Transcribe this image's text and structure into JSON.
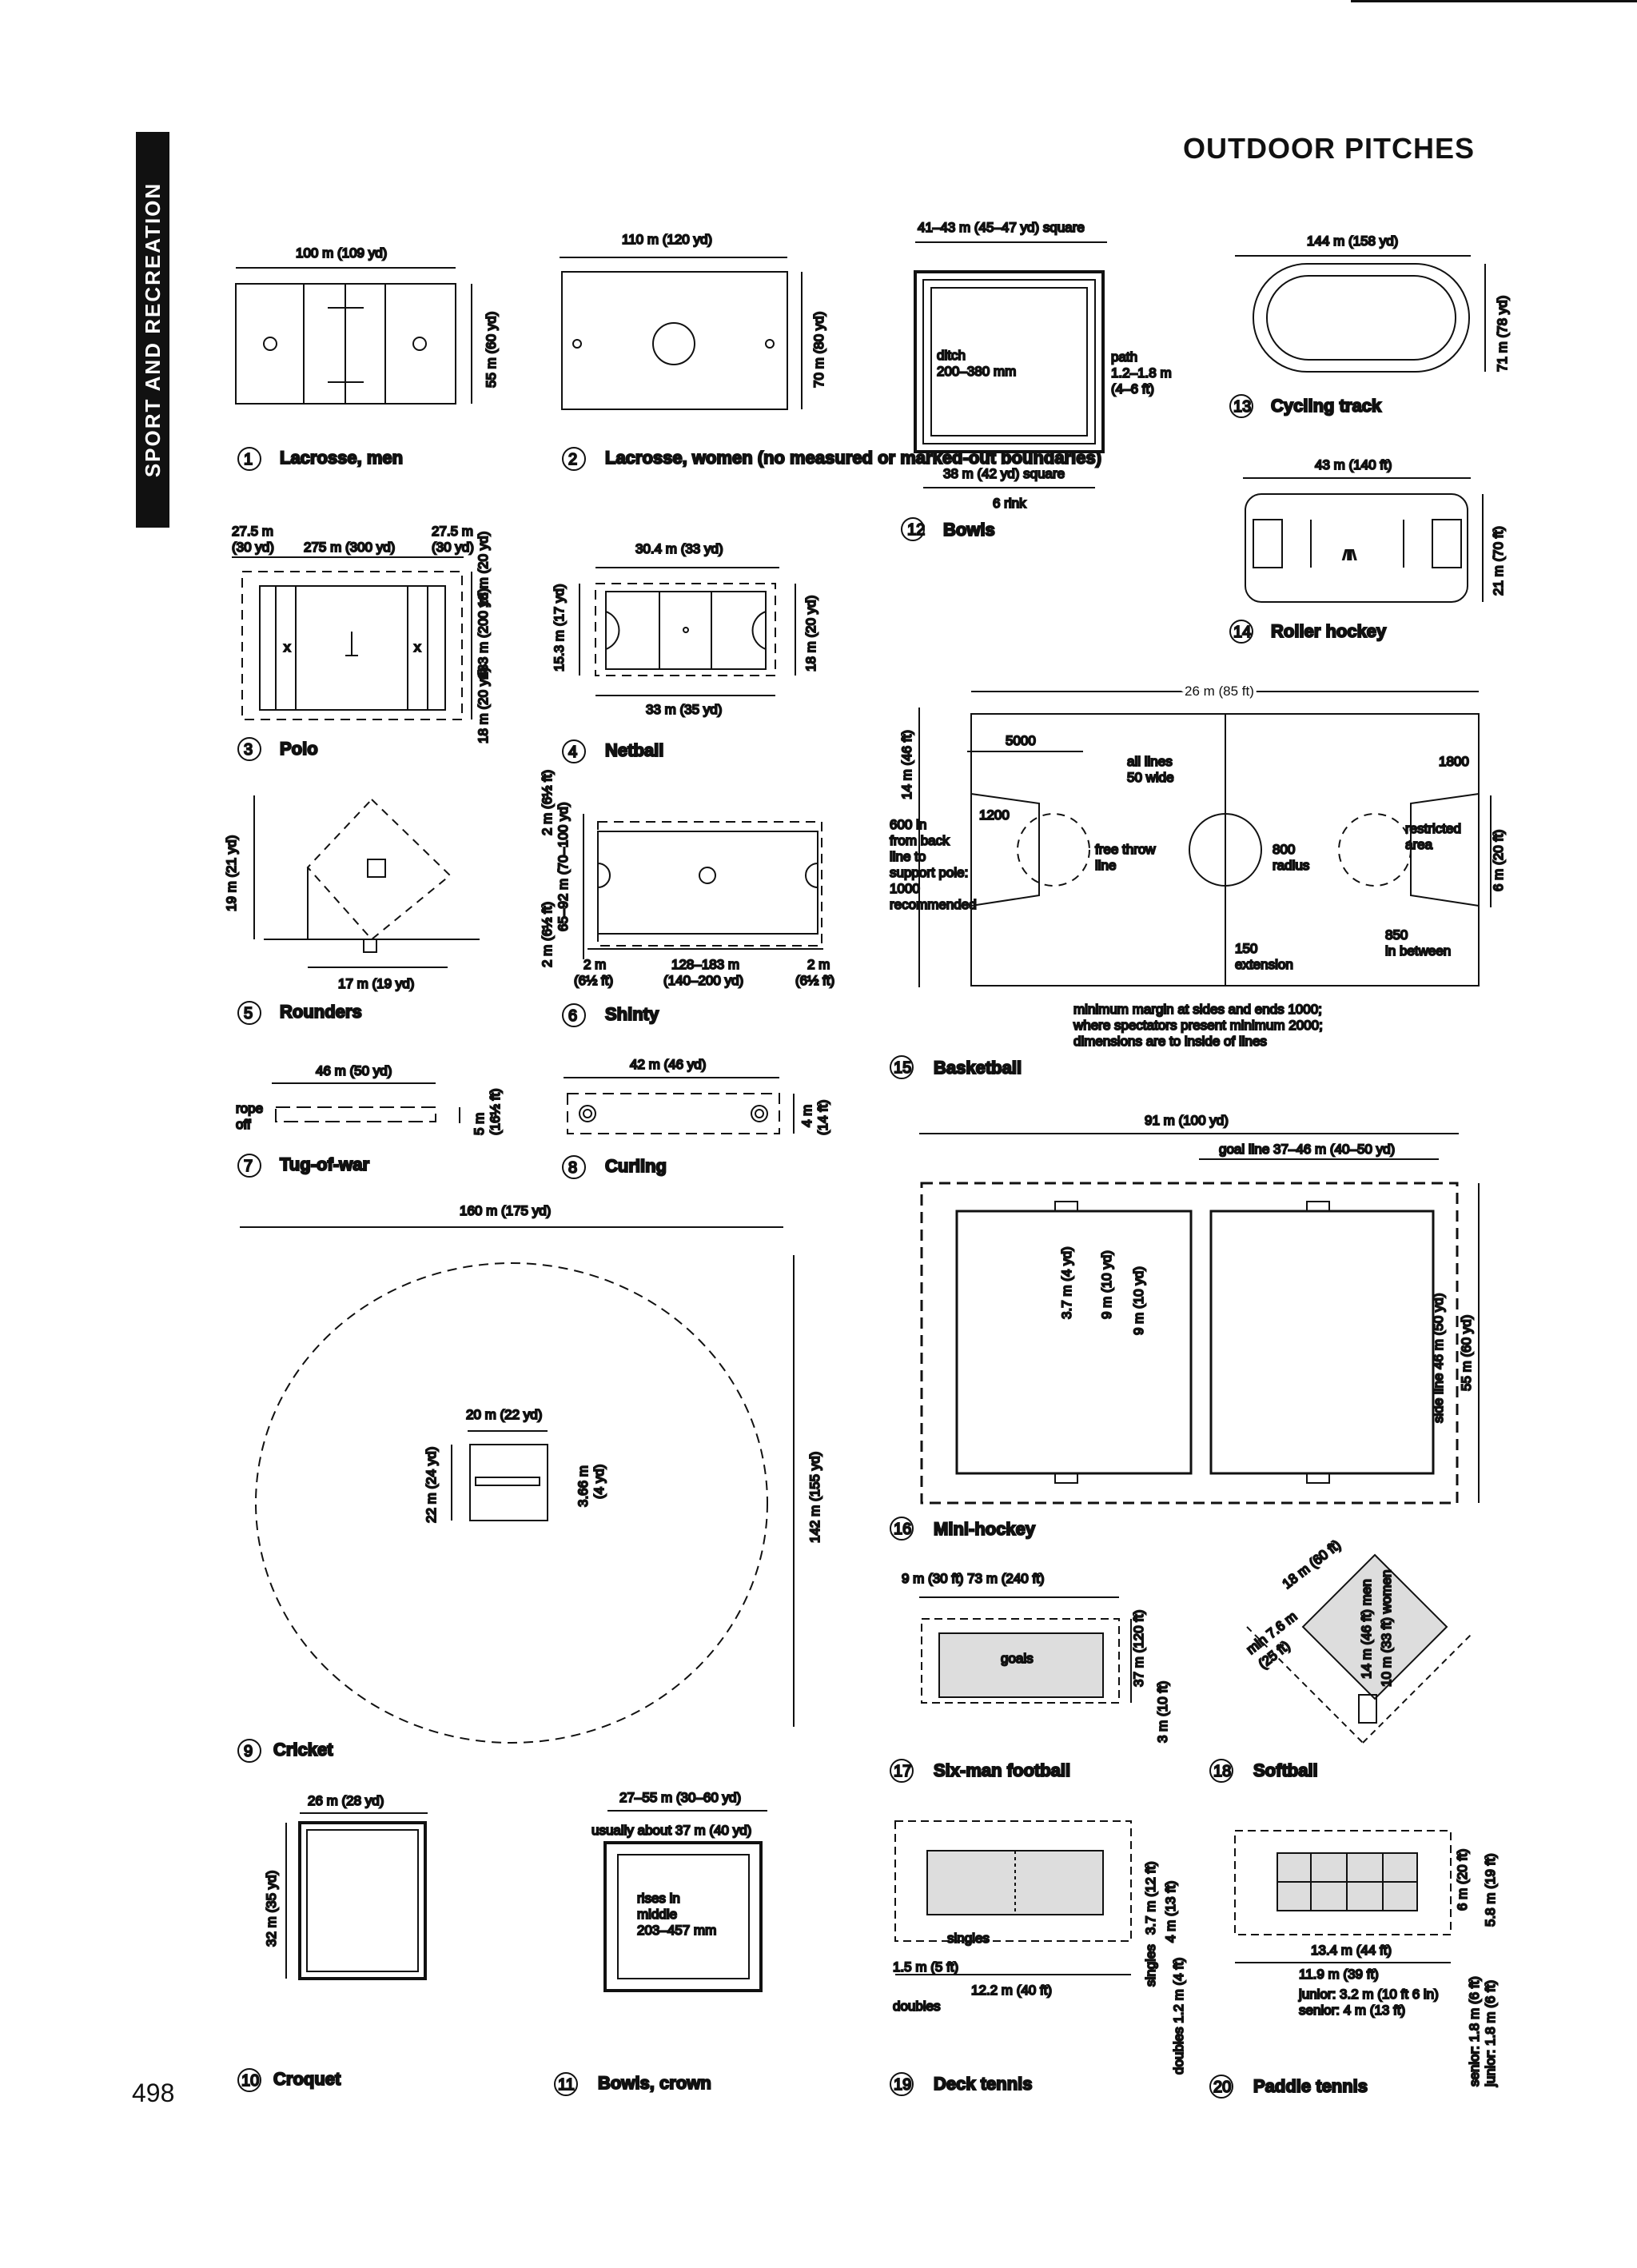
{
  "page": {
    "title": "OUTDOOR PITCHES",
    "section": "SPORT AND RECREATION",
    "page_number": "498"
  },
  "items": [
    {
      "n": "1",
      "caption": "Lacrosse, men",
      "labels": [
        "100 m (109 yd)",
        "55 m (60 yd)"
      ]
    },
    {
      "n": "2",
      "caption": "Lacrosse, women (no measured or marked-out boundaries)",
      "labels": [
        "110 m (120 yd)",
        "70 m (80 yd)"
      ]
    },
    {
      "n": "3",
      "caption": "Polo",
      "labels": [
        "27.5 m",
        "(30 yd)",
        "275 m (300 yd)",
        "27.5 m",
        "(30 yd)",
        "18 m (20 yd)",
        "183 m (200 yd)",
        "18 m (20 yd)"
      ]
    },
    {
      "n": "4",
      "caption": "Netball",
      "labels": [
        "30.4 m (33 yd)",
        "15.3 m (17 yd)",
        "18 m (20 yd)",
        "33 m (35 yd)"
      ]
    },
    {
      "n": "5",
      "caption": "Rounders",
      "labels": [
        "19 m (21 yd)",
        "17 m (19 yd)"
      ]
    },
    {
      "n": "6",
      "caption": "Shinty",
      "labels": [
        "2 m (6½ ft)",
        "65–92 m (70–100 yd)",
        "2 m (6½ ft)",
        "2 m",
        "(6½ ft)",
        "128–183 m",
        "(140–200 yd)",
        "2 m",
        "(6½ ft)"
      ]
    },
    {
      "n": "7",
      "caption": "Tug-of-war",
      "labels": [
        "46 m (50 yd)",
        "rope",
        "off",
        "5 m",
        "(16½ ft)"
      ]
    },
    {
      "n": "8",
      "caption": "Curling",
      "labels": [
        "42 m (46 yd)",
        "4 m",
        "(14 ft)"
      ]
    },
    {
      "n": "9",
      "caption": "Cricket",
      "labels": [
        "160 m (175 yd)",
        "20 m (22 yd)",
        "22 m (24 yd)",
        "3.66 m",
        "(4 yd)",
        "142 m (155 yd)"
      ]
    },
    {
      "n": "10",
      "caption": "Croquet",
      "labels": [
        "26 m (28 yd)",
        "32 m (35 yd)"
      ]
    },
    {
      "n": "11",
      "caption": "Bowls, crown",
      "labels": [
        "27–55 m (30–60 yd)",
        "usually about 37 m (40 yd)",
        "rises in",
        "middle",
        "203–457 mm"
      ]
    },
    {
      "n": "12",
      "caption": "Bowls",
      "labels": [
        "41–43 m (45–47 yd) square",
        "ditch",
        "200–380 mm",
        "path",
        "1.2–1.8 m",
        "(4–6 ft)",
        "38 m (42 yd) square",
        "6 rink"
      ]
    },
    {
      "n": "13",
      "caption": "Cycling track",
      "labels": [
        "144 m (158 yd)",
        "71 m (78 yd)"
      ]
    },
    {
      "n": "14",
      "caption": "Roller hockey",
      "labels": [
        "43 m (140 ft)",
        "21 m (70 ft)"
      ]
    },
    {
      "n": "15",
      "caption": "Basketball",
      "labels": [
        "26 m (85 ft)",
        "14 m (46 ft)",
        "5000",
        "all lines",
        "50 wide",
        "1800",
        "1200",
        "600 in",
        "from back",
        "line to",
        "support pole:",
        "1000",
        "recommended",
        "free throw",
        "line",
        "800",
        "radius",
        "restricted",
        "area",
        "6 m (20 ft)",
        "150",
        "extension",
        "850",
        "in between",
        "minimum margin at sides and ends 1000;",
        "where spectators present minimum 2000;",
        "dimensions are to inside of lines"
      ]
    },
    {
      "n": "16",
      "caption": "Mini-hockey",
      "labels": [
        "91 m (100 yd)",
        "goal line 37–46 m (40–50 yd)",
        "3.7 m (4 yd)",
        "9 m (10 yd)",
        "9 m (10 yd)",
        "side line 46 m (50 yd)",
        "55 m (60 yd)"
      ]
    },
    {
      "n": "17",
      "caption": "Six-man football",
      "labels": [
        "9 m (30 ft) 73 m (240 ft)",
        "goals",
        "37 m (120 ft)",
        "3 m (10 ft)"
      ]
    },
    {
      "n": "18",
      "caption": "Softball",
      "labels": [
        "18 m (60 ft)",
        "min 7.6 m",
        "(25 ft)",
        "14 m (46 ft) men",
        "10 m (33 ft) women"
      ]
    },
    {
      "n": "19",
      "caption": "Deck tennis",
      "labels": [
        "singles",
        "1.5 m (5 ft)",
        "12.2 m (40 ft)",
        "doubles",
        "3.7 m (12 ft)",
        "singles",
        "4 m (13 ft)",
        "doubles 1.2 m (4 ft)"
      ]
    },
    {
      "n": "20",
      "caption": "Paddle tennis",
      "labels": [
        "13.4 m (44 ft)",
        "11.9 m (39 ft)",
        "junior: 3.2 m (10 ft 6 in)",
        "senior: 4 m (13 ft)",
        "6 m (20 ft)",
        "5.8 m (19 ft)",
        "senior: 1.8 m (6 ft)",
        "junior: 1.8 m (6 ft)"
      ]
    }
  ]
}
